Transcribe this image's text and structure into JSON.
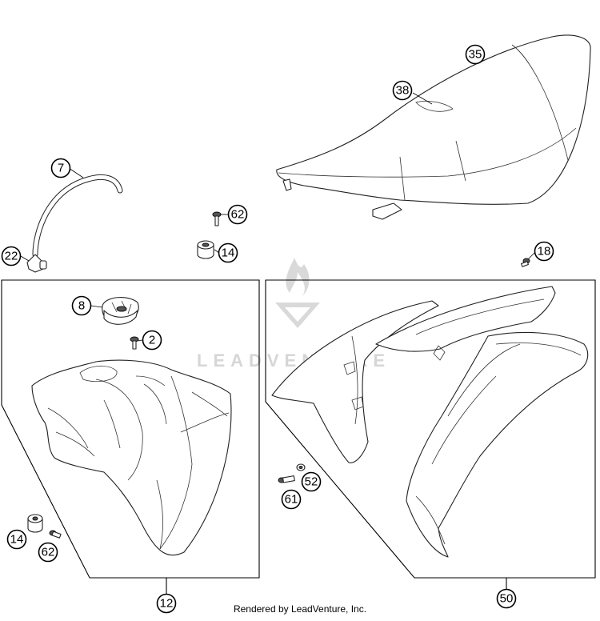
{
  "watermark": {
    "brand": "LEADVENTURE"
  },
  "footer": {
    "credit": "Rendered by LeadVenture, Inc."
  },
  "callouts": {
    "c35": "35",
    "c38": "38",
    "c7": "7",
    "c62a": "62",
    "c14a": "14",
    "c22": "22",
    "c18": "18",
    "c8": "8",
    "c2": "2",
    "c52": "52",
    "c61": "61",
    "c14b": "14",
    "c62b": "62",
    "c12": "12",
    "c50": "50"
  }
}
